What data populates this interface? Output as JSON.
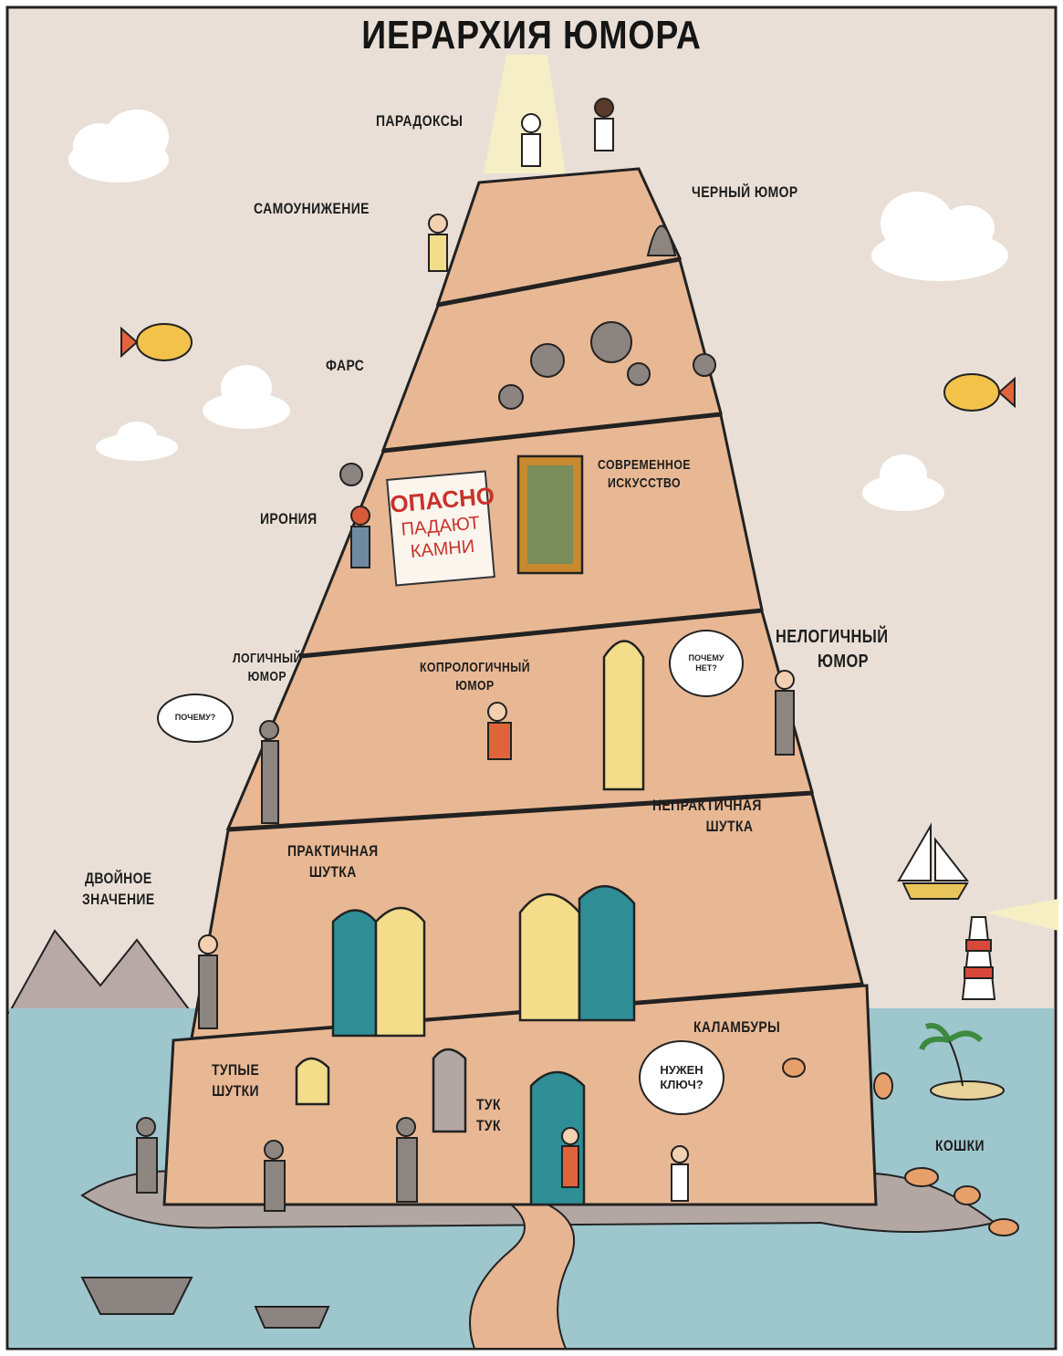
{
  "title": "ИЕРАРХИЯ ЮМОРА",
  "labels": {
    "paradoxes": "ПАРАДОКСЫ",
    "self_deprecation": "САМОУНИЖЕНИЕ",
    "black_humor": "ЧЕРНЫЙ ЮМОР",
    "farce": "ФАРС",
    "modern_art_1": "СОВРЕМЕННОЕ",
    "modern_art_2": "ИСКУССТВО",
    "irony": "ИРОНИЯ",
    "logical_1": "ЛОГИЧНЫЙ",
    "logical_2": "ЮМОР",
    "coprological_1": "КОПРОЛОГИЧНЫЙ",
    "coprological_2": "ЮМОР",
    "illogical_1": "НЕЛОГИЧНЫЙ",
    "illogical_2": "ЮМОР",
    "impractical_1": "НЕПРАКТИЧНАЯ",
    "impractical_2": "ШУТКА",
    "practical_1": "ПРАКТИЧНАЯ",
    "practical_2": "ШУТКА",
    "double_1": "ДВОЙНОЕ",
    "double_2": "ЗНАЧЕНИЕ",
    "puns": "КАЛАМБУРЫ",
    "dumb_1": "ТУПЫЕ",
    "dumb_2": "ШУТКИ",
    "knock_1": "ТУК",
    "knock_2": "ТУК",
    "cats": "КОШКИ"
  },
  "sign": {
    "line1": "ОПАСНО",
    "line2": "ПАДАЮТ",
    "line3": "КАМНИ"
  },
  "bubbles": {
    "why": "ПОЧЕМУ?",
    "why_not_1": "ПОЧЕМУ",
    "why_not_2": "НЕТ?",
    "need_key_1": "НУЖЕН",
    "need_key_2": "КЛЮЧ?"
  },
  "colors": {
    "sky": "#e9dfd6",
    "sea": "#9ec6cd",
    "tower": "#e8b894",
    "tower_edge": "#d99d78",
    "door": "#2f8e96",
    "door_yellow": "#f3dc8a"
  }
}
